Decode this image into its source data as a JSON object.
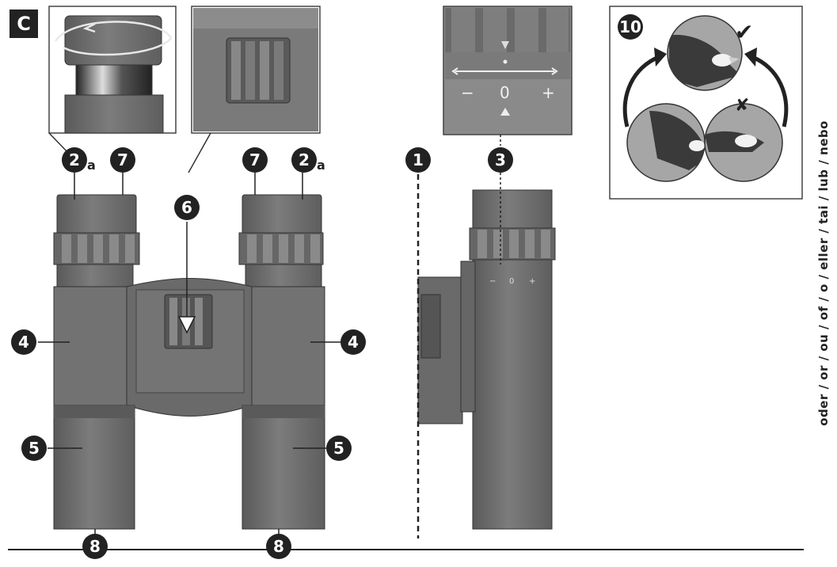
{
  "figure_label": "C",
  "callouts": {
    "n1": "1",
    "n2": "2",
    "n2_suffix": "a",
    "n3": "3",
    "n4": "4",
    "n5": "5",
    "n6": "6",
    "n7": "7",
    "n8": "8",
    "n10": "10"
  },
  "diopter_scale": {
    "minus": "−",
    "zero": "0",
    "plus": "+"
  },
  "focus_panel": {
    "correct_mark": "✔",
    "wrong_mark": "✘"
  },
  "side_text": "oder / or / ou / of / o / eller / tai / lub / nebo",
  "colors": {
    "body": "#6f6f6f",
    "body_dark": "#555555",
    "body_light": "#8a8a8a",
    "badge": "#222222"
  }
}
